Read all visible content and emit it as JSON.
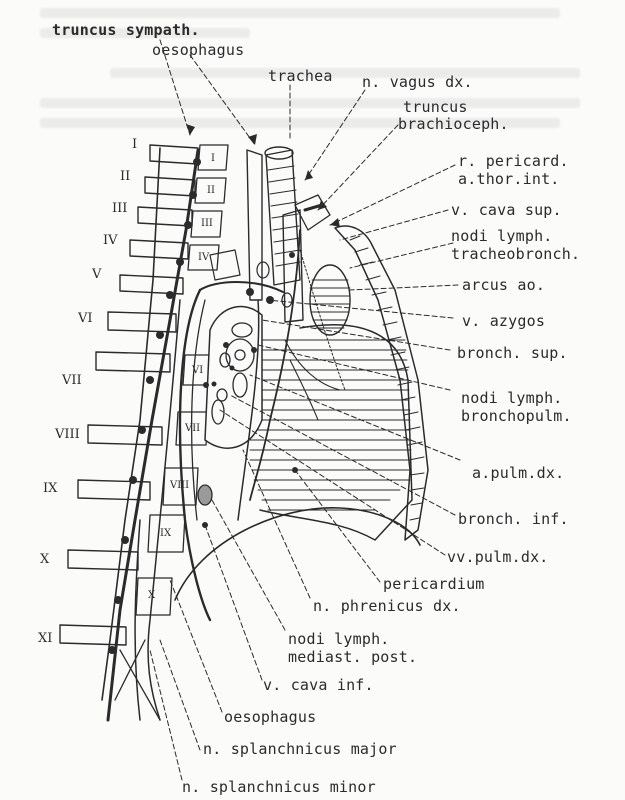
{
  "labels": {
    "truncus_sympath": "truncus sympath.",
    "oesophagus_top": "oesophagus",
    "trachea": "trachea",
    "n_vagus_dx": "n. vagus dx.",
    "truncus_brachioceph_1": "truncus",
    "truncus_brachioceph_2": "brachioceph.",
    "r_pericard": "r. pericard.",
    "a_thor_int": "a.thor.int.",
    "v_cava_sup": "v. cava sup.",
    "nodi_tracheo_1": "nodi lymph.",
    "nodi_tracheo_2": "tracheobronch.",
    "arcus_ao": "arcus ao.",
    "v_azygos": "v. azygos",
    "bronch_sup": "bronch. sup.",
    "nodi_broncho_1": "nodi lymph.",
    "nodi_broncho_2": "bronchopulm.",
    "a_pulm_dx": "a.pulm.dx.",
    "bronch_inf": "bronch. inf.",
    "vv_pulm_dx": "vv.pulm.dx.",
    "pericardium": "pericardium",
    "n_phrenicus_dx": "n. phrenicus dx.",
    "nodi_mediast_1": "nodi lymph.",
    "nodi_mediast_2": "mediast. post.",
    "v_cava_inf": "v. cava inf.",
    "oesophagus_bottom": "oesophagus",
    "n_splanchnicus_major": "n. splanchnicus major",
    "n_splanchnicus_minor": "n. splanchnicus minor"
  },
  "rib_numbers": [
    "I",
    "II",
    "III",
    "IV",
    "V",
    "VI",
    "VII",
    "VIII",
    "IX",
    "X",
    "XI"
  ],
  "vertebra_numbers": [
    "I",
    "II",
    "III",
    "IV",
    "VI",
    "VII",
    "VIII",
    "IX",
    "X"
  ],
  "colors": {
    "ink": "#2b2b2b",
    "paper": "#fbfbfa"
  }
}
